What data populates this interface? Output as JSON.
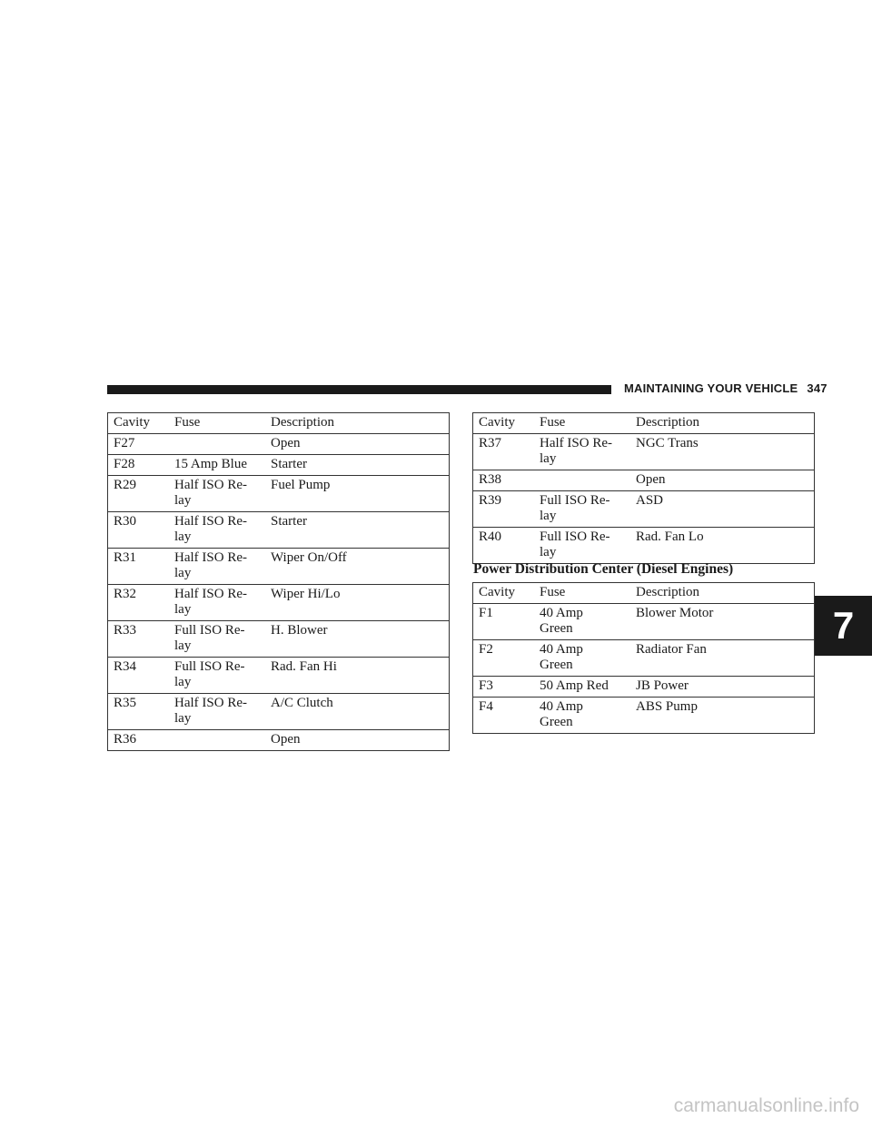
{
  "header": {
    "title": "MAINTAINING YOUR VEHICLE",
    "page_number": "347"
  },
  "table_columns": [
    "Cavity",
    "Fuse",
    "Description"
  ],
  "left_table": {
    "rows": [
      {
        "cavity": "F27",
        "fuse": "",
        "fuse2": "",
        "description": "Open"
      },
      {
        "cavity": "F28",
        "fuse": "15 Amp Blue",
        "fuse2": "",
        "description": "Starter"
      },
      {
        "cavity": "R29",
        "fuse": "Half ISO Re-",
        "fuse2": "lay",
        "description": "Fuel Pump"
      },
      {
        "cavity": "R30",
        "fuse": "Half ISO Re-",
        "fuse2": "lay",
        "description": "Starter"
      },
      {
        "cavity": "R31",
        "fuse": "Half ISO Re-",
        "fuse2": "lay",
        "description": "Wiper On/Off"
      },
      {
        "cavity": "R32",
        "fuse": "Half ISO Re-",
        "fuse2": "lay",
        "description": "Wiper Hi/Lo"
      },
      {
        "cavity": "R33",
        "fuse": "Full ISO Re-",
        "fuse2": "lay",
        "description": "H. Blower"
      },
      {
        "cavity": "R34",
        "fuse": "Full ISO Re-",
        "fuse2": "lay",
        "description": "Rad. Fan Hi"
      },
      {
        "cavity": "R35",
        "fuse": "Half ISO Re-",
        "fuse2": "lay",
        "description": "A/C Clutch"
      },
      {
        "cavity": "R36",
        "fuse": "",
        "fuse2": "",
        "description": "Open"
      }
    ]
  },
  "right_table_1": {
    "rows": [
      {
        "cavity": "R37",
        "fuse": "Half ISO Re-",
        "fuse2": "lay",
        "description": "NGC Trans"
      },
      {
        "cavity": "R38",
        "fuse": "",
        "fuse2": "",
        "description": "Open"
      },
      {
        "cavity": "R39",
        "fuse": "Full ISO Re-",
        "fuse2": "lay",
        "description": "ASD"
      },
      {
        "cavity": "R40",
        "fuse": "Full ISO Re-",
        "fuse2": "lay",
        "description": "Rad. Fan Lo"
      }
    ]
  },
  "section_heading": "Power Distribution Center (Diesel Engines)",
  "right_table_2": {
    "rows": [
      {
        "cavity": "F1",
        "fuse": "40 Amp",
        "fuse2": "Green",
        "description": "Blower Motor"
      },
      {
        "cavity": "F2",
        "fuse": "40 Amp",
        "fuse2": "Green",
        "description": "Radiator Fan"
      },
      {
        "cavity": "F3",
        "fuse": "50 Amp Red",
        "fuse2": "",
        "description": "JB Power"
      },
      {
        "cavity": "F4",
        "fuse": "40 Amp",
        "fuse2": "Green",
        "description": "ABS Pump"
      }
    ]
  },
  "chapter_tab": "7",
  "watermark": "carmanualsonline.info"
}
